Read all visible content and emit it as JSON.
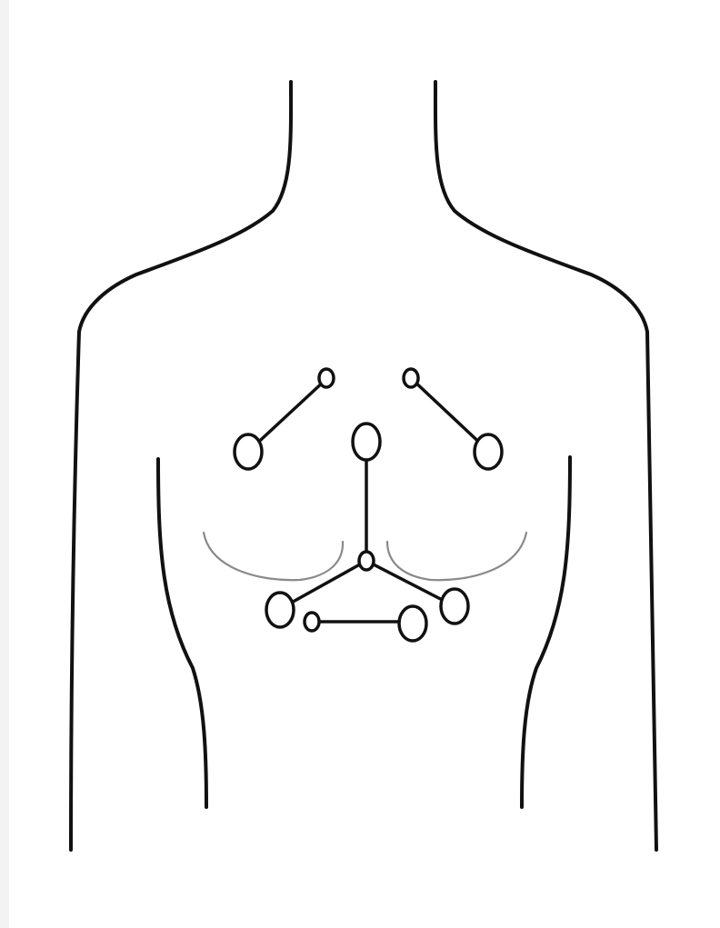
{
  "figure": {
    "subject": "torso-outline",
    "colors": {
      "outline": "#111111",
      "breast_line": "#8a8a8a",
      "background": "#ffffff",
      "page": "#f3f3f3"
    },
    "electrode_groups": [
      {
        "id": "upper-left-pair",
        "shape": "line-with-two-circles"
      },
      {
        "id": "upper-right-pair",
        "shape": "line-with-two-circles"
      },
      {
        "id": "center-y-junction",
        "shape": "y-with-four-circles"
      },
      {
        "id": "lower-horizontal-pair",
        "shape": "line-with-two-circles"
      }
    ]
  }
}
